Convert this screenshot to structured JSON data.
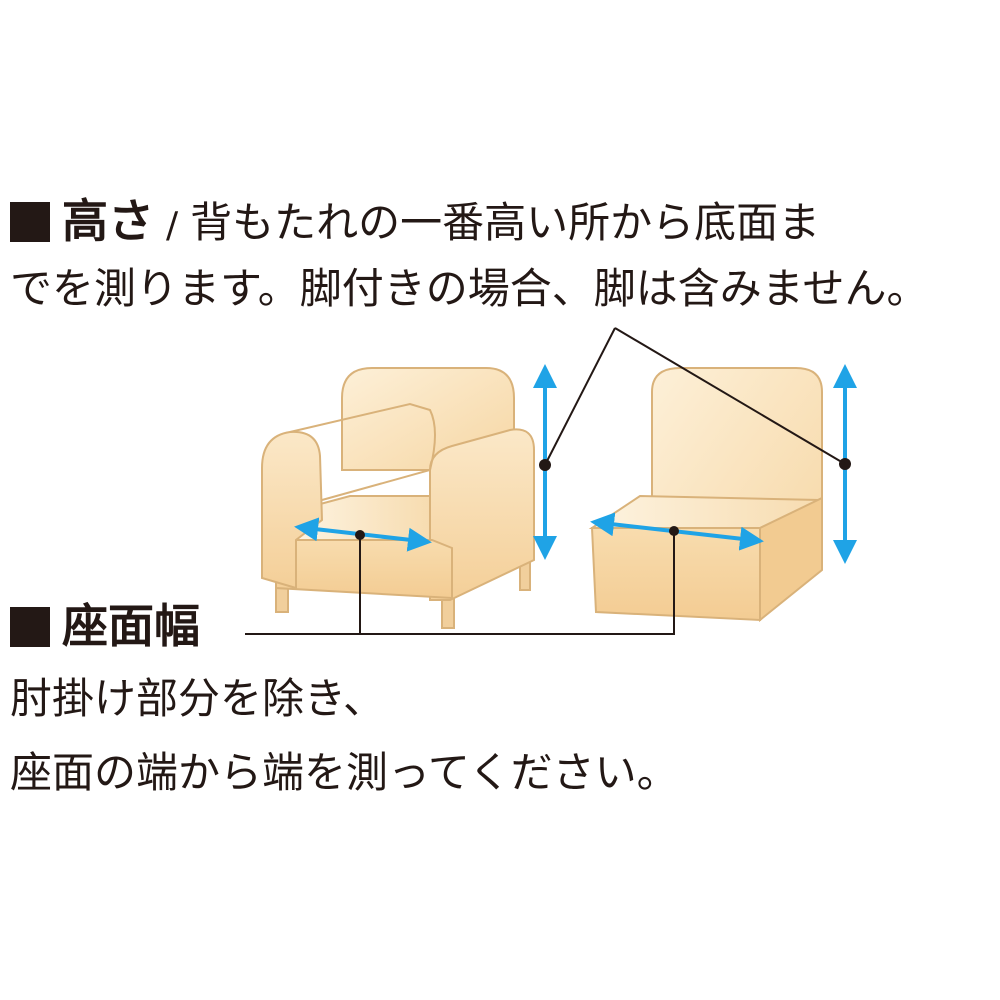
{
  "height_section": {
    "title": "高さ",
    "separator": "/",
    "description_line1": "背もたれの一番高い所から底面ま",
    "description_line2": "でを測ります。脚付きの場合、脚は含みません。"
  },
  "width_section": {
    "title": "座面幅",
    "description_line1": "肘掛け部分を除き、",
    "description_line2": "座面の端から端を測ってください。"
  },
  "colors": {
    "text": "#231815",
    "arrow": "#1fa3e6",
    "sofa_light": "#fbe6c2",
    "sofa_mid": "#f6d29c",
    "sofa_outline": "#d9b27a"
  },
  "icons": {
    "heading_marker": "black-square"
  }
}
